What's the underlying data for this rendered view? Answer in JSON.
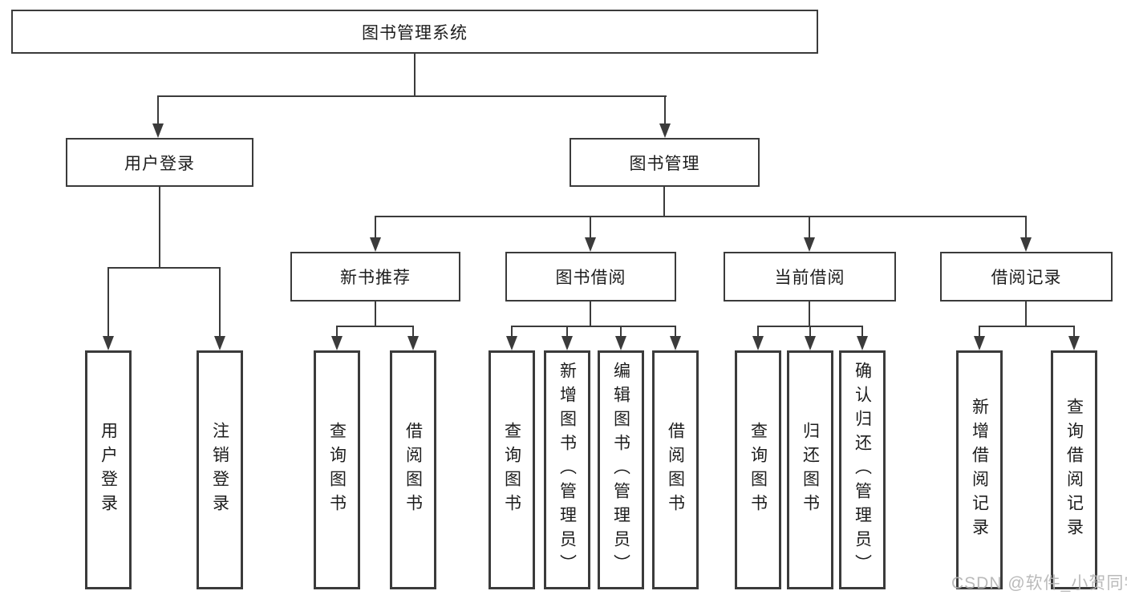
{
  "tree": {
    "label": "图书管理系统",
    "children": [
      {
        "label": "用户登录",
        "children": [
          {
            "label": "用户登录"
          },
          {
            "label": "注销登录"
          }
        ]
      },
      {
        "label": "图书管理",
        "children": [
          {
            "label": "新书推荐",
            "children": [
              {
                "label": "查询图书"
              },
              {
                "label": "借阅图书"
              }
            ]
          },
          {
            "label": "图书借阅",
            "children": [
              {
                "label": "查询图书"
              },
              {
                "label": "新增图书（管理员）"
              },
              {
                "label": "编辑图书（管理员）"
              },
              {
                "label": "借阅图书"
              }
            ]
          },
          {
            "label": "当前借阅",
            "children": [
              {
                "label": "查询图书"
              },
              {
                "label": "归还图书"
              },
              {
                "label": "确认归还（管理员）"
              }
            ]
          },
          {
            "label": "借阅记录",
            "children": [
              {
                "label": "新增借阅记录"
              },
              {
                "label": "查询借阅记录"
              }
            ]
          }
        ]
      }
    ]
  },
  "watermark": {
    "text": "CSDN @软件_小贺同学"
  },
  "colors": {
    "line": "#3b3b3b",
    "text": "#1d1d1d",
    "background": "#ffffff",
    "watermark": "#b3b3b3"
  }
}
